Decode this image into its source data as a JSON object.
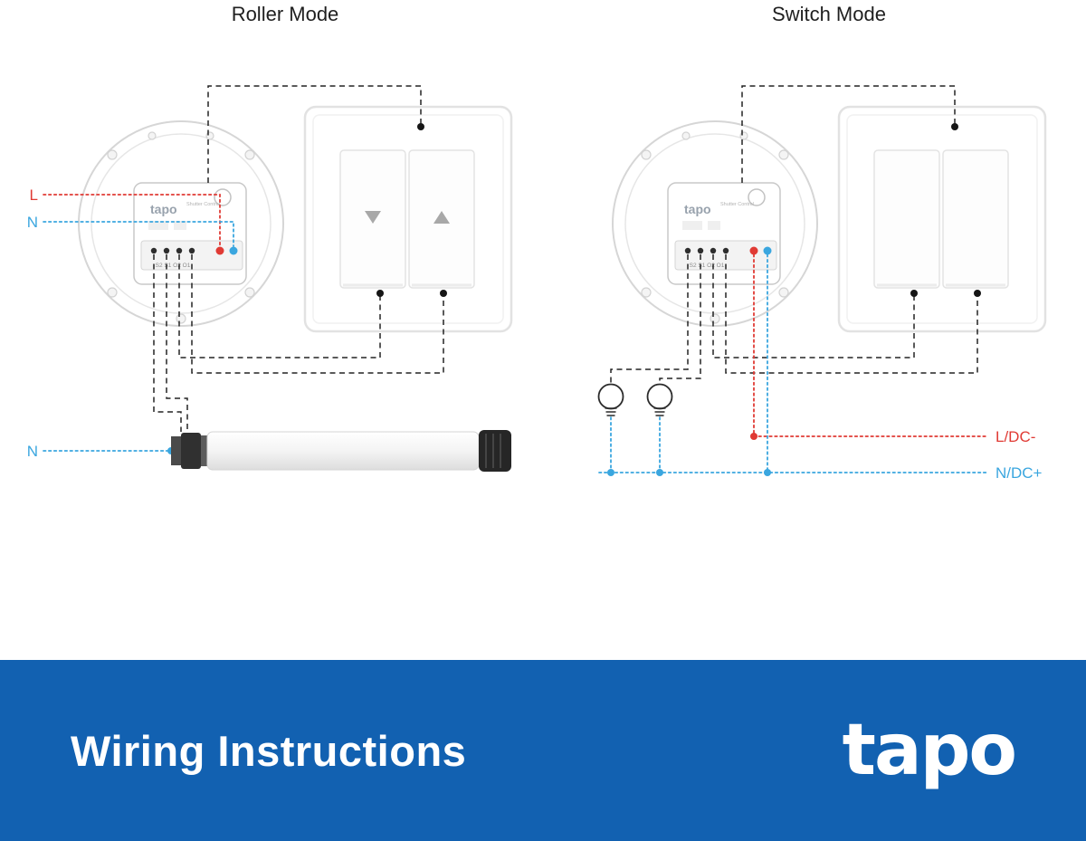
{
  "titles": {
    "roller": "Roller Mode",
    "switch": "Switch Mode"
  },
  "wire_labels": {
    "left_live": "L",
    "left_neutral": "N",
    "left_neutral_bottom": "N",
    "right_live": "L/DC-",
    "right_neutral": "N/DC+"
  },
  "module": {
    "brand": "tapo",
    "sub": "Shutter Control",
    "terminals": "S2 S1 O2 O1"
  },
  "banner": {
    "title": "Wiring Instructions",
    "logo": "tapo"
  },
  "colors": {
    "banner_bg": "#1261b1",
    "live": "#e03a34",
    "neutral": "#3aa6df",
    "wire": "#232323"
  }
}
